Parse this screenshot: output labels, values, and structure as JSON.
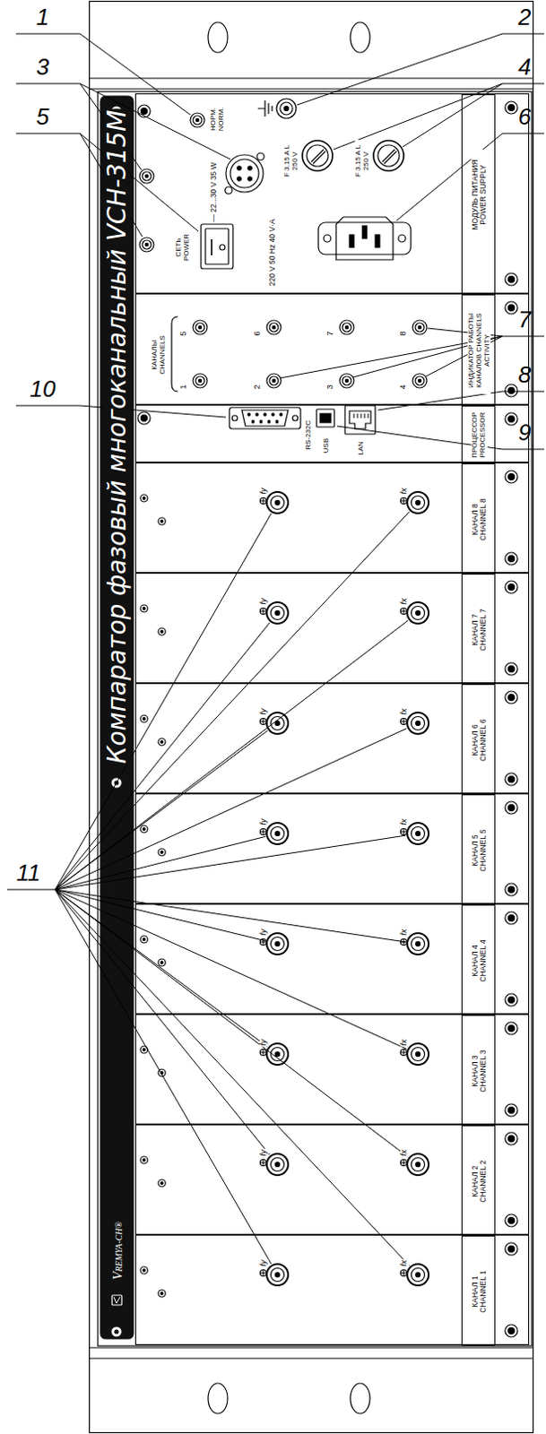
{
  "diagram": {
    "nodes": [
      {
        "text": [
          "Компаратор фазовый многоканальный VCH-315M",
          "VREMYA-CH®"
        ]
      },
      {
        "text": [
          "НОРМ. NORM.",
          "— 22...30 V 35 W",
          "СЕТЬ POWER",
          "220 V 50 Hz 40 V·A",
          "F 3.15 A L 250 V",
          "F 3.15 A L 250 V"
        ]
      },
      {
        "text": [
          "МОДУЛЬ ПИТАНИЯ POWER SUPPLY"
        ],
        "in": 1
      },
      {
        "text": [
          "КАНАЛЫ CHANNELS",
          "5",
          "6",
          "7",
          "8",
          "1",
          "2",
          "3",
          "4"
        ]
      },
      {
        "text": [
          "ИНДИКАТОР РАБОТЫ КАНАЛОВ CHANNELS ACTIVITY"
        ],
        "in": 3
      },
      {
        "text": [
          "RS-232C",
          "USB",
          "LAN"
        ]
      },
      {
        "text": [
          "ПРОЦЕССОР PROCESSOR"
        ],
        "in": 5
      },
      {
        "text": [
          "fy",
          "fx"
        ]
      },
      {
        "text": [
          "КАНАЛ 8 CHANNEL 8"
        ],
        "in": 7
      },
      {
        "text": [
          "fy",
          "fx"
        ]
      },
      {
        "text": [
          "КАНАЛ 7 CHANNEL 7"
        ],
        "in": 9
      },
      {
        "text": [
          "fy",
          "fx"
        ]
      },
      {
        "text": [
          "КАНАЛ 6 CHANNEL 6"
        ],
        "in": 11
      },
      {
        "text": [
          "fy",
          "fx"
        ]
      },
      {
        "text": [
          "КАНАЛ 5 CHANNEL 5"
        ],
        "in": 13
      },
      {
        "text": [
          "fy",
          "fx"
        ]
      },
      {
        "text": [
          "КАНАЛ 4 CHANNEL 4"
        ],
        "in": 15
      },
      {
        "text": [
          "fy",
          "fx"
        ]
      },
      {
        "text": [
          "КАНАЛ 3 CHANNEL 3"
        ],
        "in": 17
      },
      {
        "text": [
          "fy",
          "fx"
        ]
      },
      {
        "text": [
          "КАНАЛ 2 CHANNEL 2"
        ],
        "in": 19
      },
      {
        "text": [
          "fy",
          "fx"
        ]
      },
      {
        "text": [
          "КАНАЛ 1 CHANNEL 1"
        ],
        "in": 21
      }
    ],
    "labels": [
      "1",
      "2",
      "3",
      "4",
      "5",
      "6",
      "7",
      "8",
      "9",
      "10",
      "11"
    ]
  }
}
